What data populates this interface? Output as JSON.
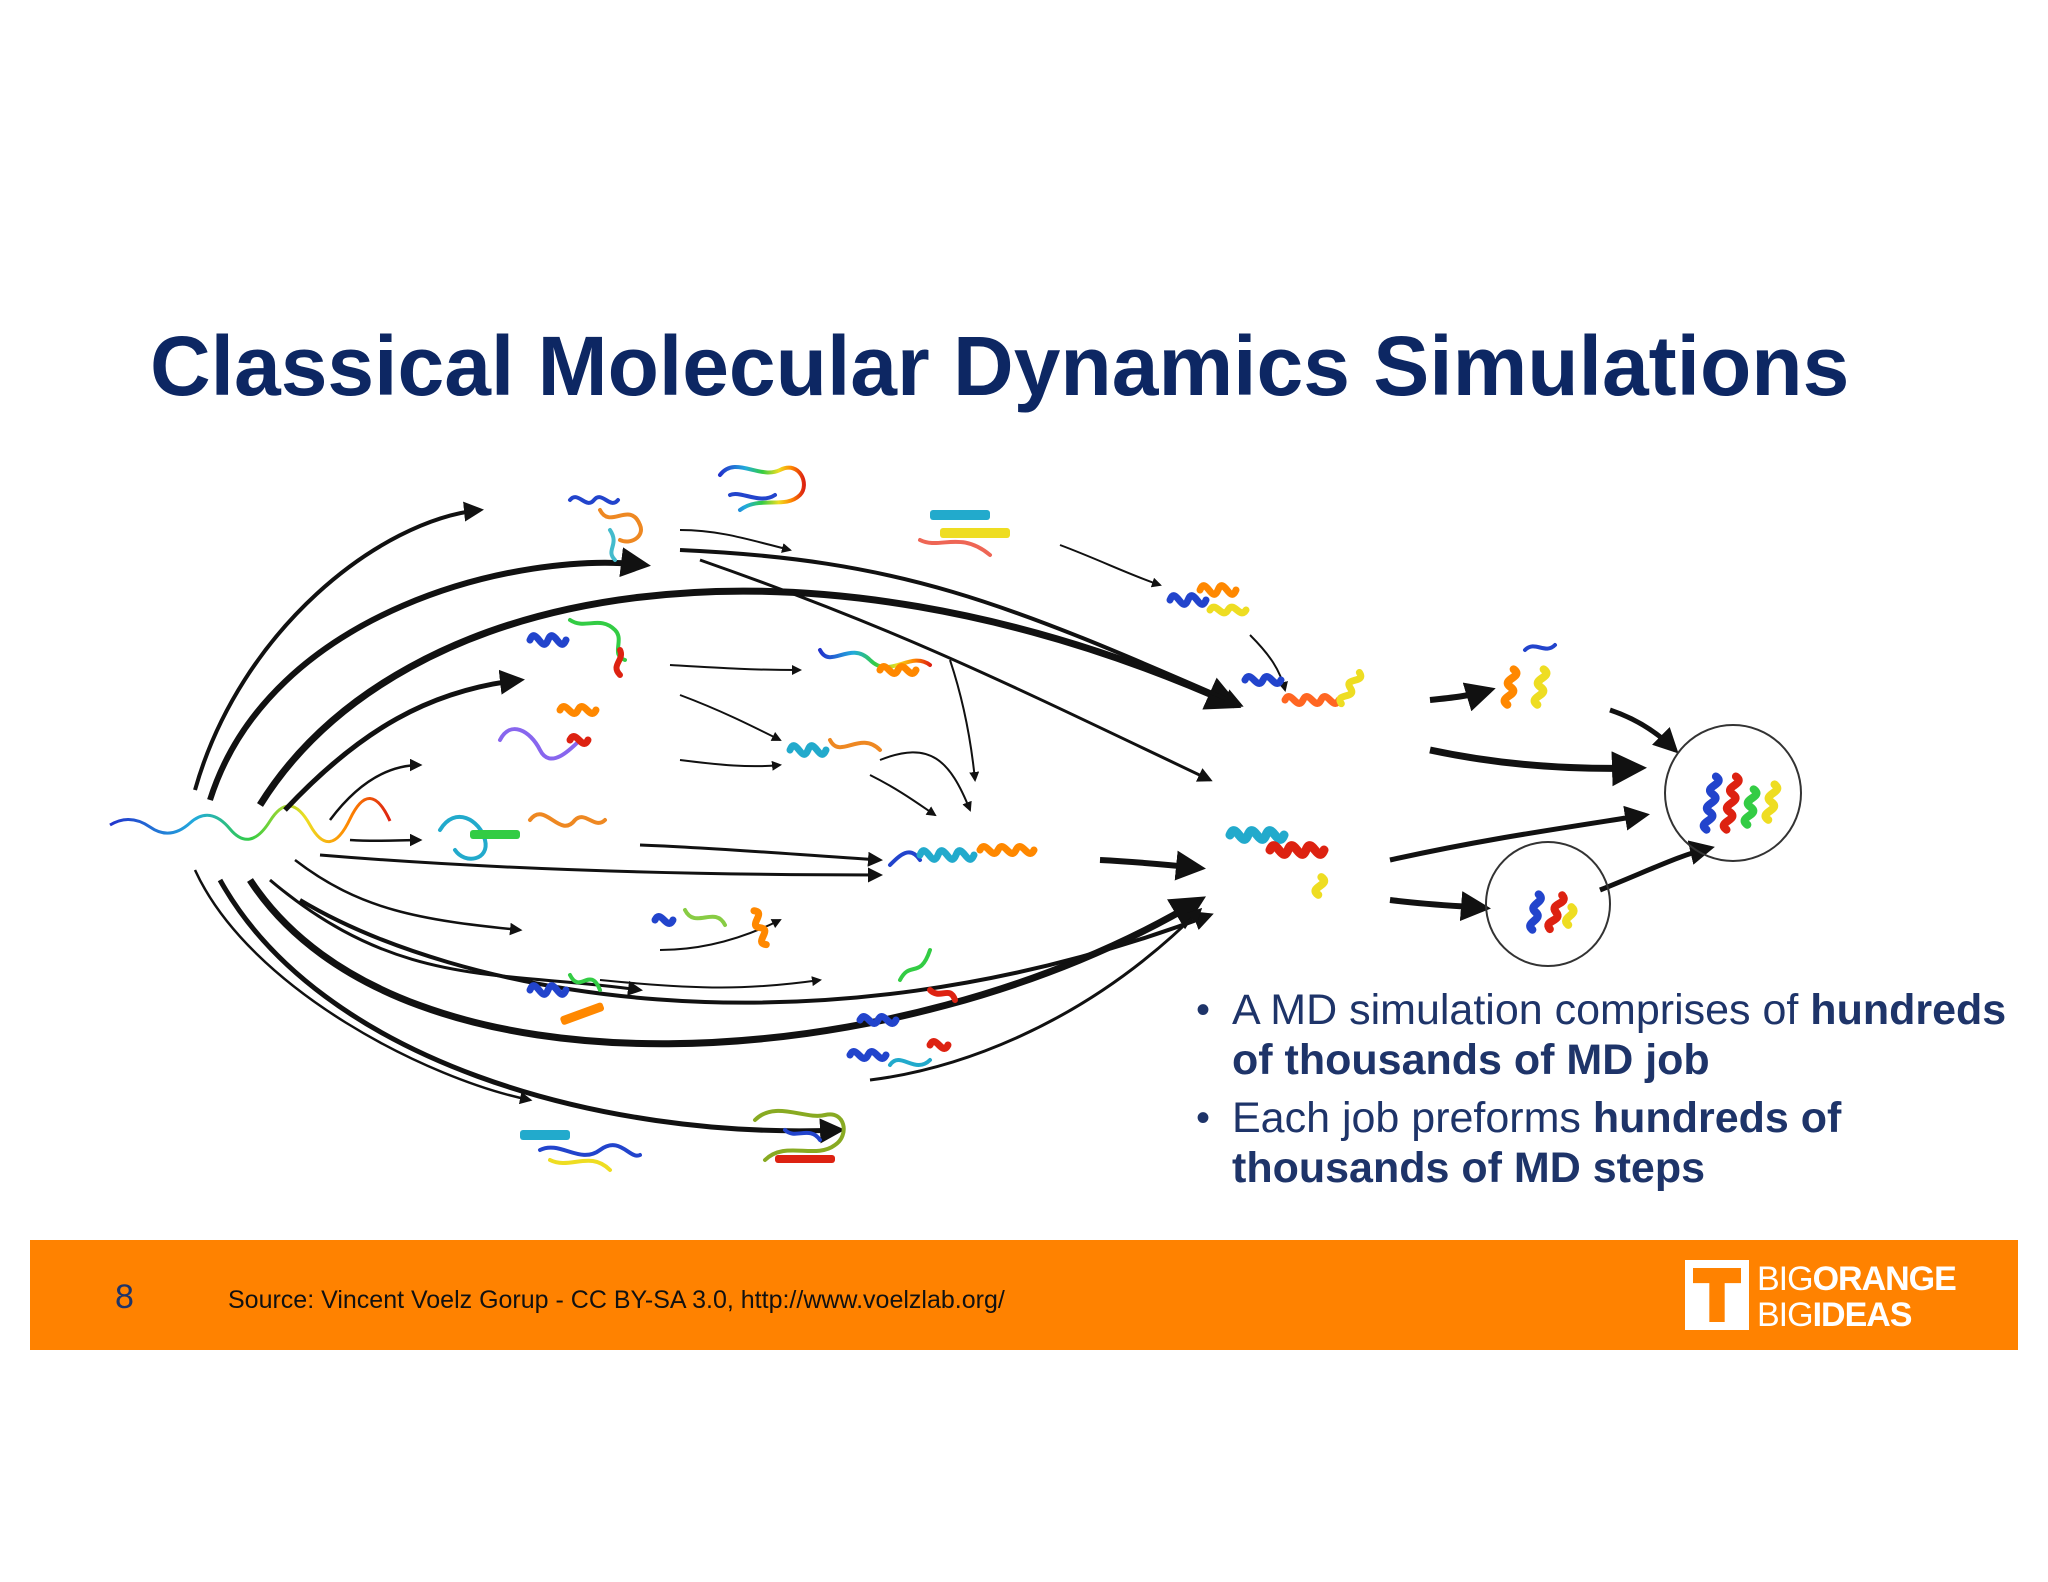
{
  "slide": {
    "title": "Classical Molecular Dynamics Simulations",
    "bullets": [
      {
        "parts": [
          {
            "text": "A MD simulation comprises of ",
            "bold": false
          },
          {
            "text": "hundreds of thousands of MD job",
            "bold": true
          }
        ]
      },
      {
        "parts": [
          {
            "text": "Each job preforms ",
            "bold": false
          },
          {
            "text": "hundreds of thousands of MD steps",
            "bold": true
          }
        ]
      }
    ]
  },
  "footer": {
    "page_number": "8",
    "source": "Source: Vincent Voelz Gorup - CC BY-SA 3.0,  http://www.voelzlab.org/",
    "logo": {
      "line1_thin": "BIG",
      "line1_heavy": "ORANGE",
      "line2_thin": "BIG",
      "line2_heavy": "IDEAS"
    }
  },
  "colors": {
    "title": "#0d2763",
    "footer_bar": "#ff8200",
    "text": "#1e3469"
  }
}
